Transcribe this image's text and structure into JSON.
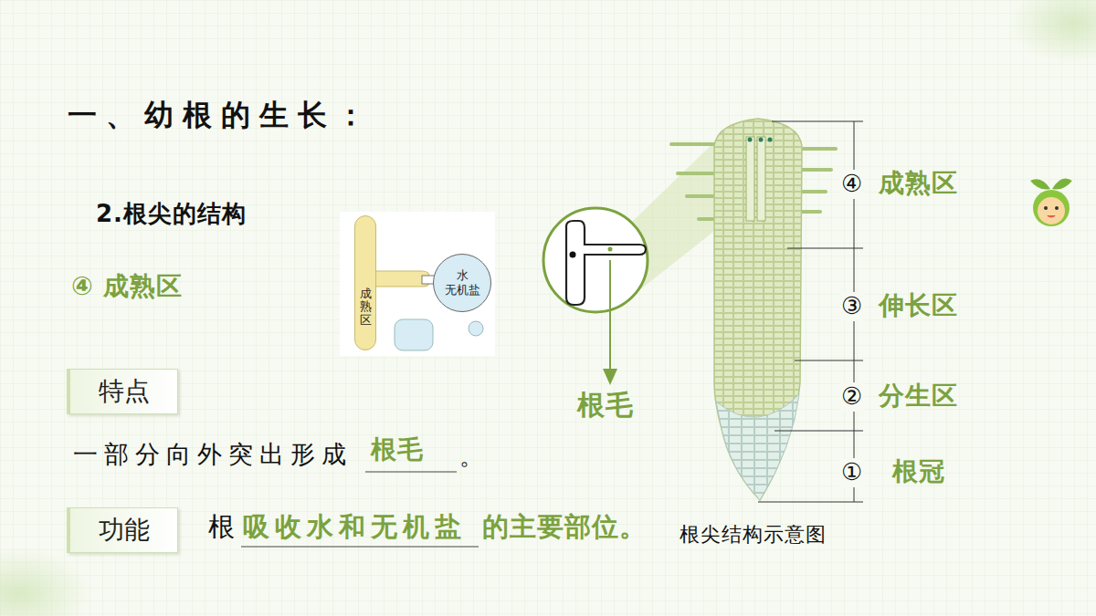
{
  "diagram": {
    "title": "一、幼根的生长：",
    "caption": "根尖结构示意图",
    "nodes": [
      {
        "text": [
          "特点"
        ]
      },
      {
        "text": [
          "功能"
        ]
      },
      {
        "text": [
          "成熟区"
        ]
      },
      {
        "text": [
          "水 无机盐"
        ]
      }
    ],
    "labels": [
      "2.根尖的结构",
      "④ 成熟区",
      "一部分向外突出形成",
      "根毛",
      "。",
      "根",
      "吸收水和无机盐",
      "的主要部位。",
      "根毛",
      "④",
      "成熟区",
      "③",
      "伸长区",
      "②",
      "分生区",
      "①",
      "根冠"
    ]
  }
}
